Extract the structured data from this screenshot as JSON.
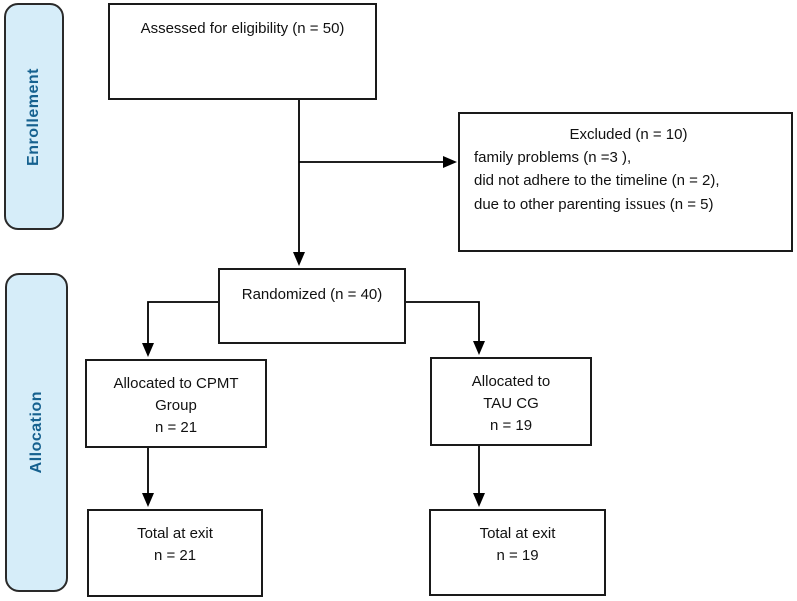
{
  "colors": {
    "background": "#ffffff",
    "box_border": "#1a1a1a",
    "arrow": "#000000",
    "stage_fill": "#d6edf9",
    "stage_border": "#2a2a2a",
    "stage_text": "#16618f"
  },
  "stages": {
    "enrollement": "Enrollement",
    "allocation": "Allocation"
  },
  "flow": {
    "assessed": "Assessed for eligibility (n = 50)",
    "excluded": {
      "title": "Excluded (n = 10)",
      "reasons": [
        "family problems (n =3 ),",
        "did not adhere to the timeline (n = 2),"
      ],
      "reason3": {
        "pre": "due to other parenting ",
        "serif": "issues",
        "post": " (n = 5)"
      }
    },
    "randomized": "Randomized (n = 40)",
    "alloc_left": {
      "lines": [
        "Allocated to CPMT",
        "Group",
        "n = 21"
      ]
    },
    "alloc_right": {
      "lines": [
        "Allocated to",
        "TAU CG",
        "n = 19"
      ]
    },
    "exit_left": {
      "lines": [
        "Total at exit",
        "n = 21"
      ]
    },
    "exit_right": {
      "lines": [
        "Total at exit",
        "n = 19"
      ]
    }
  }
}
